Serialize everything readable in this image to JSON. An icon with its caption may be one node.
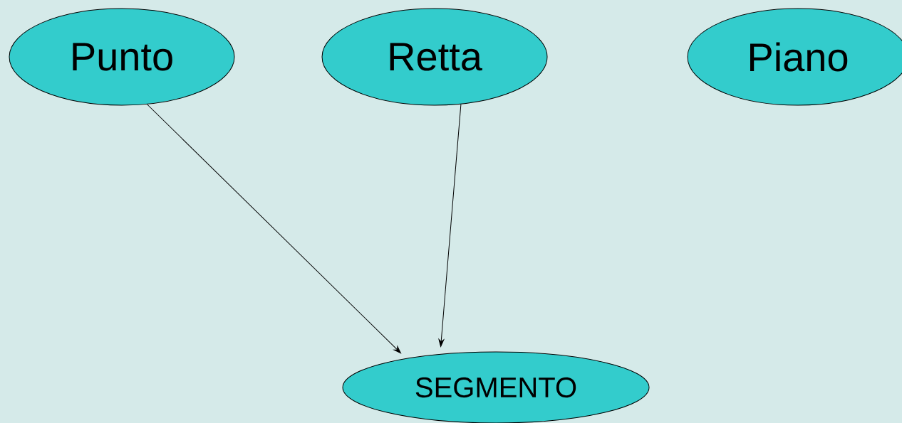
{
  "diagram": {
    "nodes": [
      {
        "text": [
          "Punto"
        ]
      },
      {
        "text": [
          "Retta"
        ]
      },
      {
        "text": [
          "Piano"
        ]
      },
      {
        "text": [
          "SEGMENTO"
        ]
      }
    ],
    "edges": [
      {
        "from": 0,
        "to": 3,
        "arrow": "to"
      },
      {
        "from": 1,
        "to": 3,
        "arrow": "to"
      }
    ]
  }
}
